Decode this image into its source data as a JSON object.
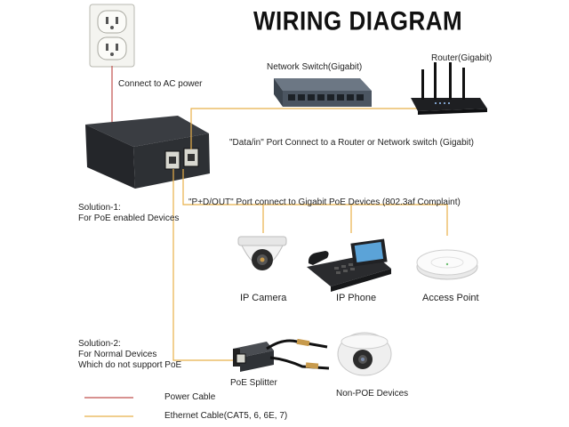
{
  "title": "WIRING DIAGRAM",
  "labels": {
    "ac_power": "Connect to AC power",
    "network_switch": "Network Switch(Gigabit)",
    "router": "Router(Gigabit)",
    "data_in": "\"Data/in\" Port Connect to a Router or Network switch (Gigabit)",
    "p_d_out": "\"P+D/OUT\" Port connect to Gigabit PoE Devices (802.3af Complaint)",
    "solution1_line1": "Solution-1:",
    "solution1_line2": "For PoE enabled Devices",
    "ip_camera": "IP Camera",
    "ip_phone": "IP Phone",
    "access_point": "Access Point",
    "solution2_line1": "Solution-2:",
    "solution2_line2": "For Normal Devices",
    "solution2_line3": "Which do not support PoE",
    "poe_splitter": "PoE Splitter",
    "non_poe_devices": "Non-POE Devices"
  },
  "legend": {
    "power_cable": "Power Cable",
    "ethernet_cable": "Ethernet Cable(CAT5, 6, 6E, 7)"
  },
  "colors": {
    "power_cable": "#c0504d",
    "ethernet_cable": "#e8b04a"
  }
}
